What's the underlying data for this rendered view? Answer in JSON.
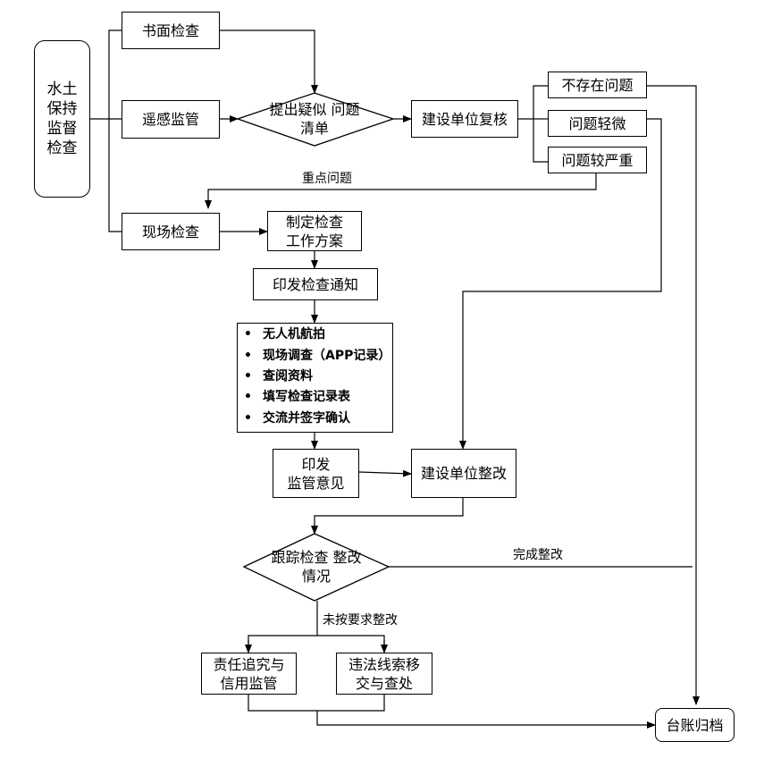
{
  "nodes": {
    "water_soil": [
      "水土",
      "保持",
      "监督",
      "检查"
    ],
    "written_check": "书面检查",
    "remote_sensing": "遥感监管",
    "field_check": "现场检查",
    "propose_list": [
      "提出疑似",
      "问题清单"
    ],
    "unit_review": "建设单位复核",
    "no_problem": "不存在问题",
    "minor_problem": "问题轻微",
    "serious_problem": "问题较严重",
    "make_plan": [
      "制定检查",
      "工作方案"
    ],
    "issue_notice": "印发检查通知",
    "check_items": [
      "无人机航拍",
      "现场调查（APP记录）",
      "查阅资料",
      "填写检查记录表",
      "交流并签字确认"
    ],
    "issue_opinion": [
      "印发",
      "监管意见"
    ],
    "unit_rectify": "建设单位整改",
    "track": [
      "跟踪检查",
      "整改情况"
    ],
    "accountability": [
      "责任追究与",
      "信用监管"
    ],
    "transfer": [
      "违法线索移",
      "交与查处"
    ],
    "archive": "台账归档"
  },
  "labels": {
    "key_problem": "重点问题",
    "done": "完成整改",
    "not_done": "未按要求整改"
  },
  "bullet_symbol": "•"
}
